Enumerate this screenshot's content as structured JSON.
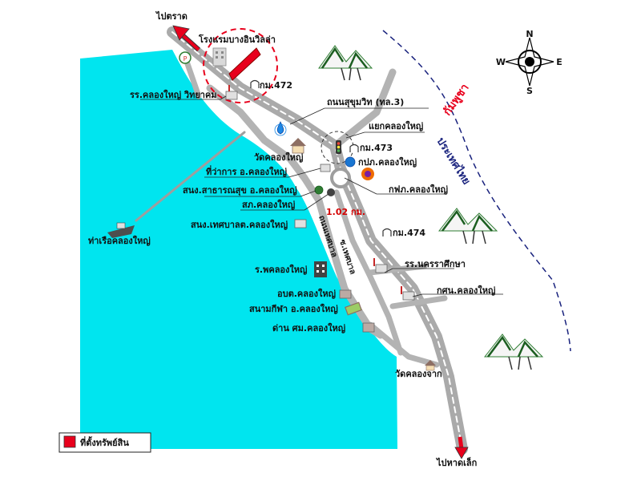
{
  "directions": {
    "to_trat": "ไปตราด",
    "to_hat_lek": "ไปหาดเล็ก"
  },
  "compass": {
    "n": "N",
    "s": "S",
    "e": "E",
    "w": "W"
  },
  "roads": {
    "sukhumvit": "ถนนสุขุมวิท (ทล.3)",
    "km472": "กม.472",
    "km473": "กม.473",
    "km474": "กม.474",
    "distance": "1.02 กม.",
    "vertical_road_1": "ถนนเทศบาล",
    "vertical_road_2": "ซ.เทศบาล"
  },
  "countries": {
    "cambodia": "กัมพูชา",
    "thailand": "ประเทศไทย"
  },
  "places": {
    "hotel": "โรงแรมบางอินวิลล่า",
    "school": "รร.คลองใหญ่ วิทยาคม",
    "intersection": "แยกคลองใหญ่",
    "wat_khlong_yai": "วัดคลองใหญ่",
    "district_office": "ที่ว่าการ อ.คลองใหญ่",
    "health_office": "สนง.สาธารณสุข อ.คลองใหญ่",
    "police": "สภ.คลองใหญ่",
    "municipality": "สนง.เทศบาลต.คลองใหญ่",
    "pwa": "กปภ.คลองใหญ่",
    "pea": "กฟภ.คลองใหญ่",
    "pier": "ท่าเรือคลองใหญ่",
    "hospital": "ร.พคลองใหญ่",
    "sao": "อบต.คลองใหญ่",
    "stadium": "สนามกีฬา อ.คลองใหญ่",
    "customs": "ด่าน ศม.คลองใหญ่",
    "nakhon_school": "รร.นครราศึกษา",
    "nfe_center": "กศน.คลองใหญ่",
    "wat_khlong_jak": "วัดคลองจาก"
  },
  "legend": {
    "label": "ที่ตั้งทรัพย์สิน"
  },
  "colors": {
    "sea": "#00e5ef",
    "road": "#b3b3b3",
    "marker": "#e8001c",
    "circle": "#e8001c",
    "border": "#1a237e"
  }
}
